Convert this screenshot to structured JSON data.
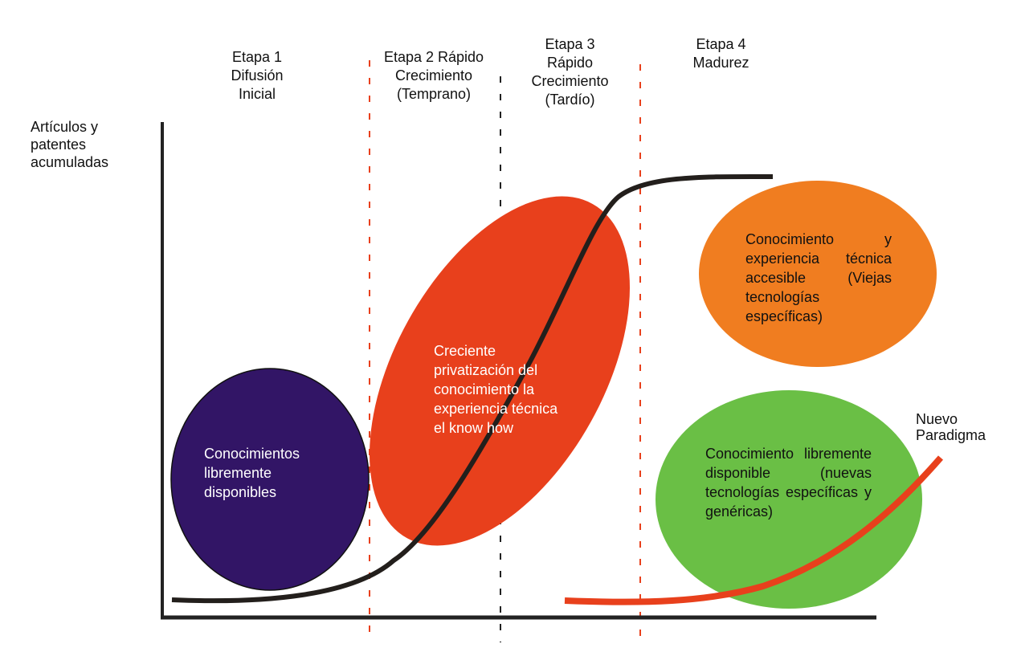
{
  "axis": {
    "y_label": "Artículos y\npatentes\nacumuladas"
  },
  "stages": [
    {
      "label": "Etapa 1\nDifusión\nInicial"
    },
    {
      "label": "Etapa 2 Rápido\nCrecimiento\n(Temprano)"
    },
    {
      "label": "Etapa 3\nRápido\nCrecimiento\n(Tardío)"
    },
    {
      "label": "Etapa 4\nMadurez"
    }
  ],
  "bubbles": {
    "free_knowledge": {
      "text": "Conocimientos\nlibremente\ndisponibles",
      "color": "#321566"
    },
    "privatization": {
      "text": "Creciente\nprivatización del\nconocimiento la\nexperiencia técnica\nel know how",
      "color": "#e8401c"
    },
    "accessible": {
      "text": "Conocimiento y experiencia técnica accesible (Viejas tecnologías específicas)",
      "color": "#f07d20"
    },
    "new_free": {
      "text": "Conocimiento libremente disponible (nuevas tecnologías específicas y genéricas)",
      "color": "#6abf45"
    }
  },
  "curves": {
    "main_color": "#231f1c",
    "new_paradigm_color": "#e8401c",
    "new_paradigm_label": "Nuevo\nParadigma"
  },
  "colors": {
    "red_divider": "#e8401c",
    "black_divider": "#222222",
    "axis": "#222222"
  }
}
